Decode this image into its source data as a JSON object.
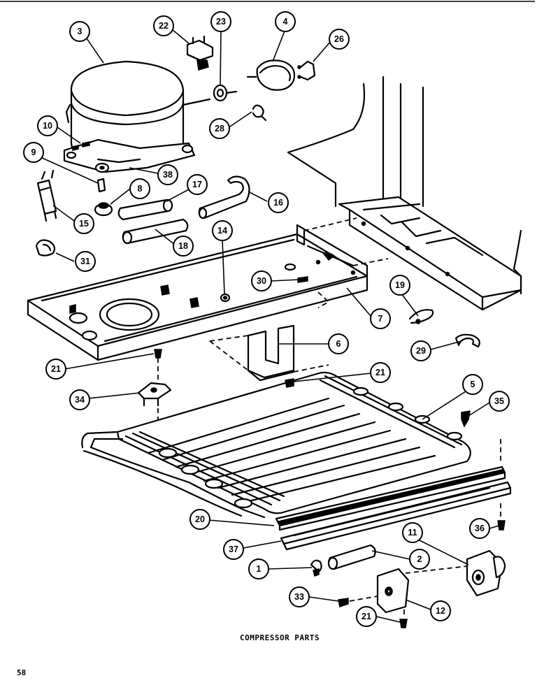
{
  "caption": "COMPRESSOR PARTS",
  "page_number": "58",
  "callouts": {
    "c1": "1",
    "c2": "2",
    "c3": "3",
    "c4": "4",
    "c5": "5",
    "c6": "6",
    "c7": "7",
    "c8": "8",
    "c9": "9",
    "c10": "10",
    "c11": "11",
    "c12": "12",
    "c14": "14",
    "c15": "15",
    "c16": "16",
    "c17": "17",
    "c18": "18",
    "c19": "19",
    "c20": "20",
    "c21a": "21",
    "c21b": "21",
    "c21c": "21",
    "c22": "22",
    "c23": "23",
    "c26": "26",
    "c28": "28",
    "c29": "29",
    "c30": "30",
    "c31": "31",
    "c33": "33",
    "c34": "34",
    "c35": "35",
    "c36": "36",
    "c37": "37",
    "c38": "38"
  }
}
